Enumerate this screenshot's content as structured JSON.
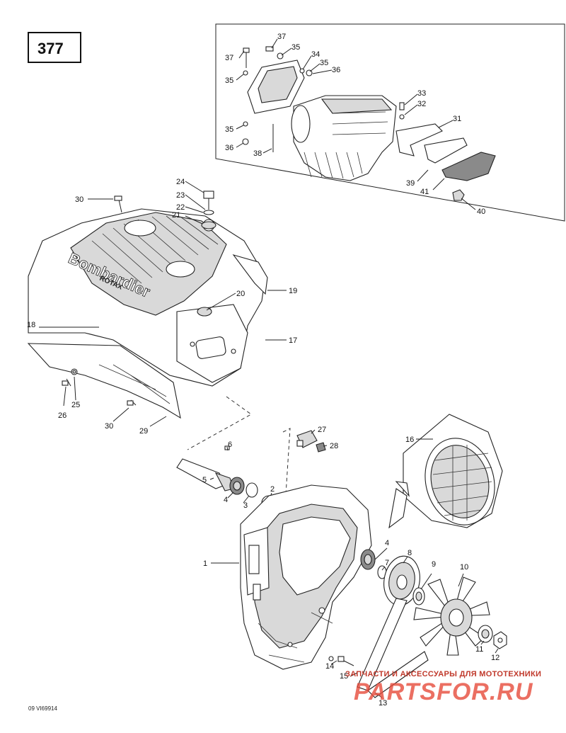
{
  "page_number": "377",
  "footer_code": "09 VI69914",
  "watermark": {
    "line1": "ЗАПЧАСТИ И АКСЕССУАРЫ ДЛЯ МОТОТЕХНИКИ",
    "line2": "PARTSFOR.RU"
  },
  "emblem_text": {
    "brand": "Bombardier",
    "sub": "ROTAX"
  },
  "callouts": {
    "c1": "1",
    "c2": "2",
    "c3": "3",
    "c4a": "4",
    "c4b": "4",
    "c5": "5",
    "c6": "6",
    "c7": "7",
    "c8": "8",
    "c9": "9",
    "c10": "10",
    "c11": "11",
    "c12": "12",
    "c13": "13",
    "c14": "14",
    "c15": "15",
    "c16": "16",
    "c17": "17",
    "c18": "18",
    "c19": "19",
    "c20": "20",
    "c21": "21",
    "c22": "22",
    "c23": "23",
    "c24": "24",
    "c25": "25",
    "c26": "26",
    "c27": "27",
    "c28": "28",
    "c29": "29",
    "c30a": "30",
    "c30b": "30",
    "c31": "31",
    "c32": "32",
    "c33": "33",
    "c34": "34",
    "c35a": "35",
    "c35b": "35",
    "c35c": "35",
    "c35d": "35",
    "c36a": "36",
    "c36b": "36",
    "c37a": "37",
    "c37b": "37",
    "c38": "38",
    "c39": "39",
    "c40": "40",
    "c41": "41"
  }
}
